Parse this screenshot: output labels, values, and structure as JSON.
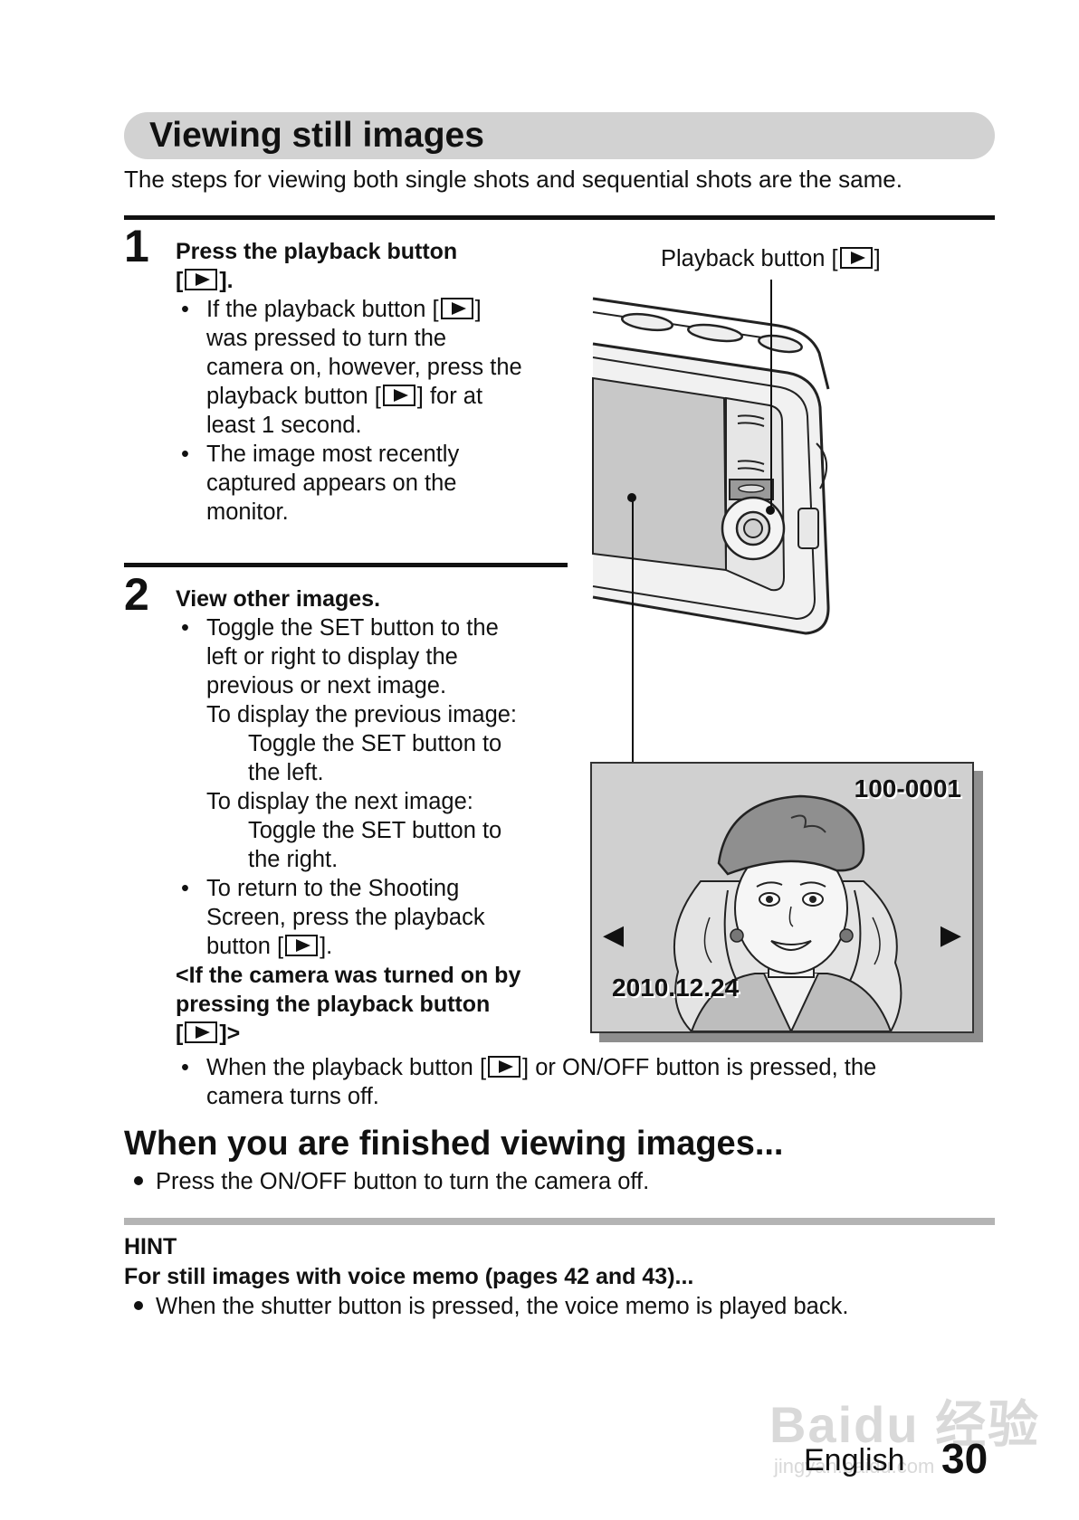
{
  "section_title": "Viewing still images",
  "intro": "The steps for viewing both single shots and sequential shots are the same.",
  "step1": {
    "number": "1",
    "head_line1": "Press the playback button",
    "head_line2_pre": "[",
    "head_line2_post": "].",
    "bullets": [
      {
        "lines": [
          {
            "pre": "If the playback button [",
            "btn": true,
            "post": "]"
          },
          {
            "pre": "was pressed to turn the"
          },
          {
            "pre": "camera on, however, press the"
          },
          {
            "pre": "playback button [",
            "btn": true,
            "post": "] for at"
          },
          {
            "pre": "least 1 second."
          }
        ]
      },
      {
        "lines": [
          {
            "pre": "The image most recently"
          },
          {
            "pre": "captured appears on the"
          },
          {
            "pre": "monitor."
          }
        ]
      }
    ]
  },
  "step2": {
    "number": "2",
    "head": "View other images.",
    "b1_lines": [
      "Toggle the SET button to the",
      "left or right to display the",
      "previous or next image."
    ],
    "prev_label": "To display the previous image:",
    "prev_lines": [
      "Toggle the SET button to",
      "the left."
    ],
    "next_label": "To display the next image:",
    "next_lines": [
      "Toggle the SET button to",
      "the right."
    ],
    "b2_lines": [
      "To return to the Shooting",
      "Screen, press the playback"
    ],
    "b2_last_pre": "button [",
    "b2_last_post": "].",
    "cond_line1": "<If the camera was turned on by",
    "cond_line2": "pressing the playback button",
    "cond_line3_pre": "[",
    "cond_line3_post": "]>",
    "b3_line1_pre": "When the playback button [",
    "b3_line1_post": "] or ON/OFF button is pressed, the",
    "b3_line2": "camera turns off."
  },
  "figure": {
    "playback_label_pre": "Playback button [",
    "playback_label_post": "]",
    "file_number": "100-0001",
    "date": "2010.12.24",
    "left_arrow": "◀",
    "right_arrow": "▶"
  },
  "finished": {
    "title": "When you are finished viewing images...",
    "bullet": "Press the ON/OFF button to turn the camera off."
  },
  "hint": {
    "label": "HINT",
    "subhead": "For still images with voice memo  (pages 42 and 43)...",
    "bullet": "When the shutter button is pressed, the voice memo is played back."
  },
  "footer": {
    "language": "English",
    "page": "30"
  },
  "watermark": {
    "logo": "Baidu 经验",
    "url": "jingyan.baidu.com"
  }
}
